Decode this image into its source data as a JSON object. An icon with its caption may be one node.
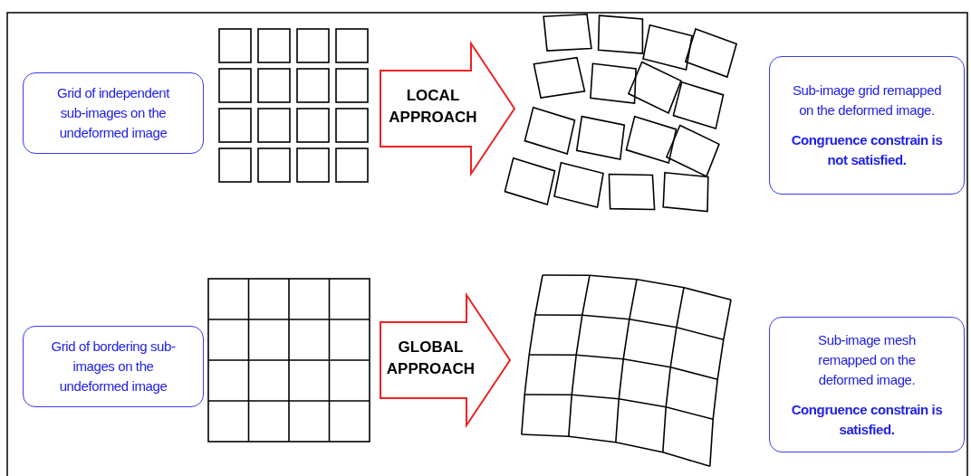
{
  "diagram": {
    "nodes": [
      {
        "text": [
          "Grid of independent sub-images on the undeformed image"
        ]
      },
      {
        "text": [],
        "shape": "grid"
      },
      {
        "text": [],
        "shape": "grid"
      },
      {
        "text": [
          "Sub-image grid remapped on the deformed image.",
          "Congruence constrain is not satisfied."
        ]
      },
      {
        "text": [
          "Grid of bordering sub-images on the undeformed image"
        ]
      },
      {
        "text": [],
        "shape": "mesh"
      },
      {
        "text": [],
        "shape": "mesh"
      },
      {
        "text": [
          "Sub-image mesh remapped on the deformed image.",
          "Congruence constrain is satisfied."
        ]
      }
    ],
    "edges": [
      {
        "from": 1,
        "to": 2,
        "arrow": "to",
        "label": "LOCAL APPROACH"
      },
      {
        "from": 5,
        "to": 6,
        "arrow": "to",
        "label": "GLOBAL APPROACH"
      }
    ]
  }
}
